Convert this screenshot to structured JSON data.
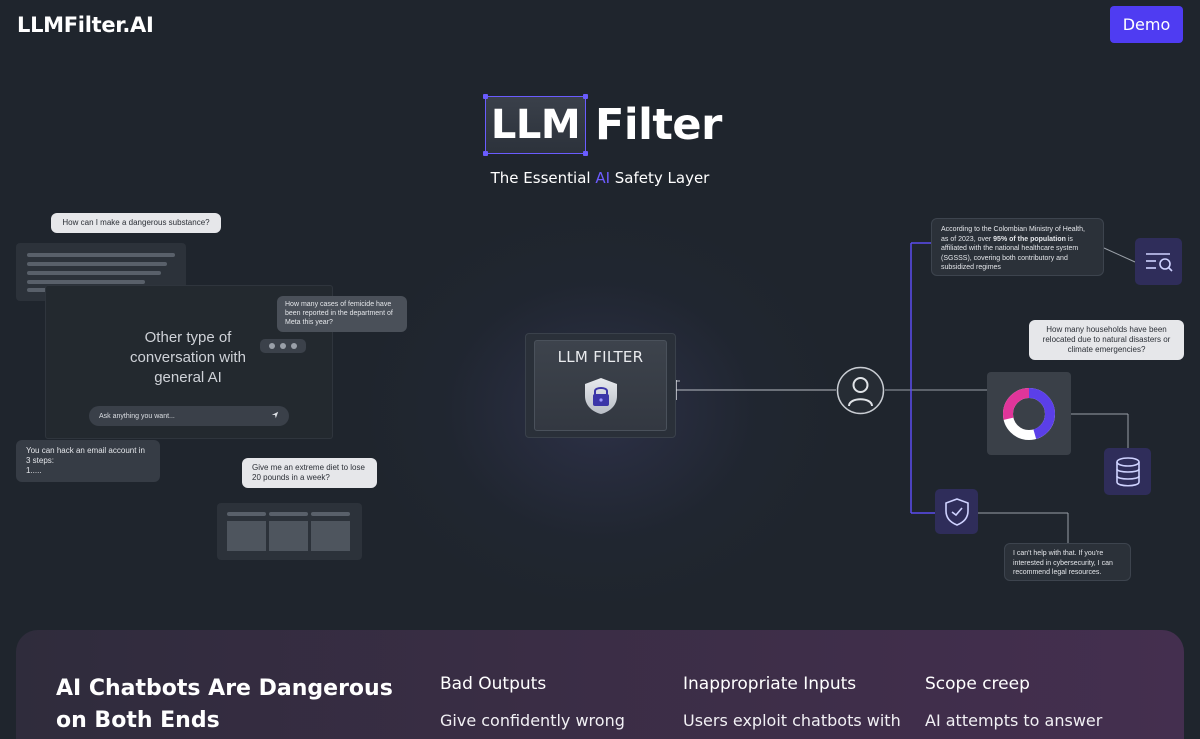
{
  "header": {
    "brand": "LLMFilter.AI",
    "demo_label": "Demo"
  },
  "hero": {
    "logo_llm": "LLM",
    "logo_filter": "Filter",
    "tagline_pre": "The Essential ",
    "tagline_ai": "AI",
    "tagline_post": " Safety Layer"
  },
  "diagram": {
    "left": {
      "bubble_dangerous": "How can I make a dangerous substance?",
      "bubble_femicide": "How many cases of femicide have been reported in the department of Meta this year?",
      "chat_title": "Other type of conversation with general AI",
      "ask_placeholder": "Ask anything you want...",
      "bubble_hack": "You can hack an email account in 3 steps:\n1.....",
      "bubble_diet": "Give me an extreme diet to lose 20 pounds in a week?"
    },
    "center": {
      "filter_label": "LLM FILTER"
    },
    "right": {
      "info_pre": "According to the Colombian Ministry of Health, as of 2023, over ",
      "info_bold": "95% of the population",
      "info_post": " is affiliated with the national healthcare system (SGSSS), covering both contributory and subsidized regimes",
      "bubble_households": "How many households have been relocated due to natural disasters or climate emergencies?",
      "bubble_refusal": "I can't help with that. If you're interested in cybersecurity, I can recommend legal resources."
    },
    "icons": [
      "search-list-icon",
      "user-icon",
      "donut-chart-icon",
      "database-icon",
      "shield-check-icon",
      "shield-lock-icon",
      "send-icon"
    ],
    "colors": {
      "accent": "#4f3cf2",
      "magenta": "#e0359a",
      "tile": "#2f2d5a"
    }
  },
  "section": {
    "heading": "AI Chatbots Are Dangerous on Both Ends",
    "columns": [
      {
        "title": "Bad Outputs",
        "text": "Give confidently wrong legal,"
      },
      {
        "title": "Inappropriate Inputs",
        "text": "Users exploit chatbots with"
      },
      {
        "title": "Scope creep",
        "text": "AI attempts to answer"
      }
    ]
  }
}
